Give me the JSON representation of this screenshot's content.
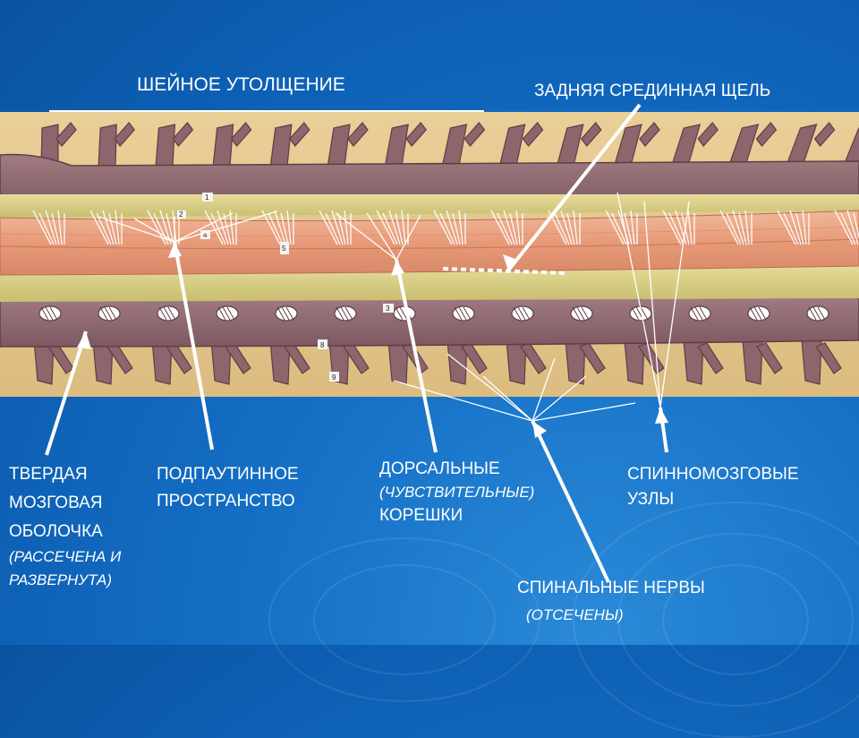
{
  "slide": {
    "title": "ШЕЙНОЕ УТОЛЩЕНИЕ",
    "labels": {
      "fissure": "ЗАДНЯЯ СРЕДИННАЯ ЩЕЛЬ",
      "dura_1": "ТВЕРДАЯ",
      "dura_2": "МОЗГОВАЯ",
      "dura_3": "ОБОЛОЧКА",
      "dura_note_1": "(РАССЕЧЕНА И",
      "dura_note_2": "РАЗВЕРНУТА)",
      "subarachnoid_1": "ПОДПАУТИННОЕ",
      "subarachnoid_2": "ПРОСТРАНСТВО",
      "roots_1": "ДОРСАЛЬНЫЕ",
      "roots_note": "(ЧУВСТВИТЕЛЬНЫЕ)",
      "roots_2": "КОРЕШКИ",
      "ganglia_1": "СПИННОМОЗГОВЫЕ",
      "ganglia_2": "УЗЛЫ",
      "nerves_1": "СПИНАЛЬНЫЕ НЕРВЫ",
      "nerves_note": "(ОТСЕЧЕНЫ)"
    },
    "model_tags": [
      "1",
      "2",
      "4",
      "5",
      "3",
      "8",
      "9"
    ]
  },
  "colors": {
    "background": "#0d5fb3",
    "label": "#ffffff",
    "dura": "#8f6a72",
    "cord": "#e8a585",
    "membrane": "#d8d08a",
    "board": "#e6c890"
  }
}
